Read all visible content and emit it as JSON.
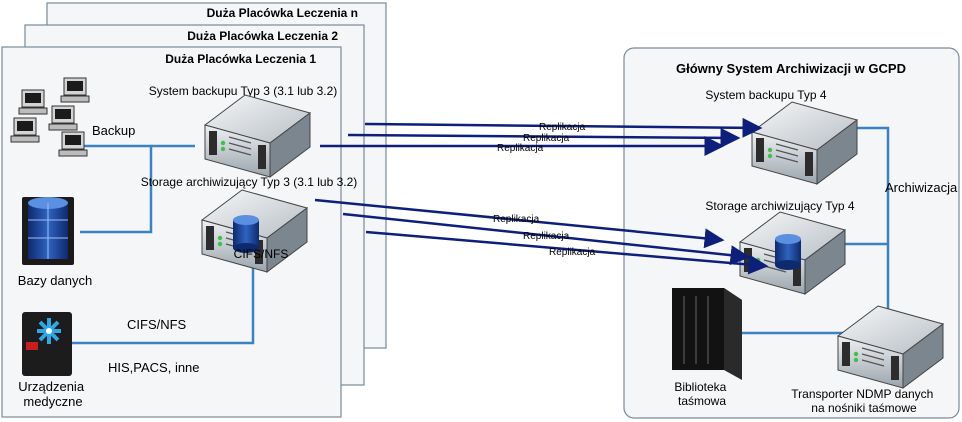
{
  "left_site": {
    "card_titles": [
      "Duża Placówka Leczenia n",
      "Duża Placówka Leczenia 2",
      "Duża Placówka Leczenia 1"
    ],
    "backup_system_label": "System backupu Typ 3 (3.1 lub 3.2)",
    "backup_label": "Backup",
    "storage_label": "Storage archiwizujący Typ 3 (3.1 lub 3.2)",
    "cifs_nfs_inner": "CIFS/NFS",
    "databases_label": "Bazy danych",
    "cifs_nfs_label": "CIFS/NFS",
    "his_pacs_label": "HIS,PACS, inne",
    "medical_devices_label": "Urządzenia\nmedyczne"
  },
  "right_site": {
    "title": "Główny System Archiwizacji w GCPD",
    "backup_system_label": "System backupu Typ 4",
    "archiving_label": "Archiwizacja",
    "storage_label": "Storage archiwizujący Typ 4",
    "tape_library_label": "Biblioteka\ntaśmowa",
    "ndmp_label": "Transporter NDMP danych\nna nośniki taśmowe"
  },
  "replication_labels": [
    "Replikacja",
    "Replikacja",
    "Replikacja",
    "Replikacja",
    "Replikacja",
    "Replikacja"
  ],
  "icons": [
    "workstations-icon",
    "database-icon",
    "medical-device-icon",
    "server-icon",
    "storage-server-icon",
    "tape-library-icon"
  ],
  "colors": {
    "replication_arrow": "#0d1f7a",
    "connection_line": "#3a82c4",
    "card_border": "#7a8a9a",
    "card_fill": "#f4f6f8"
  }
}
